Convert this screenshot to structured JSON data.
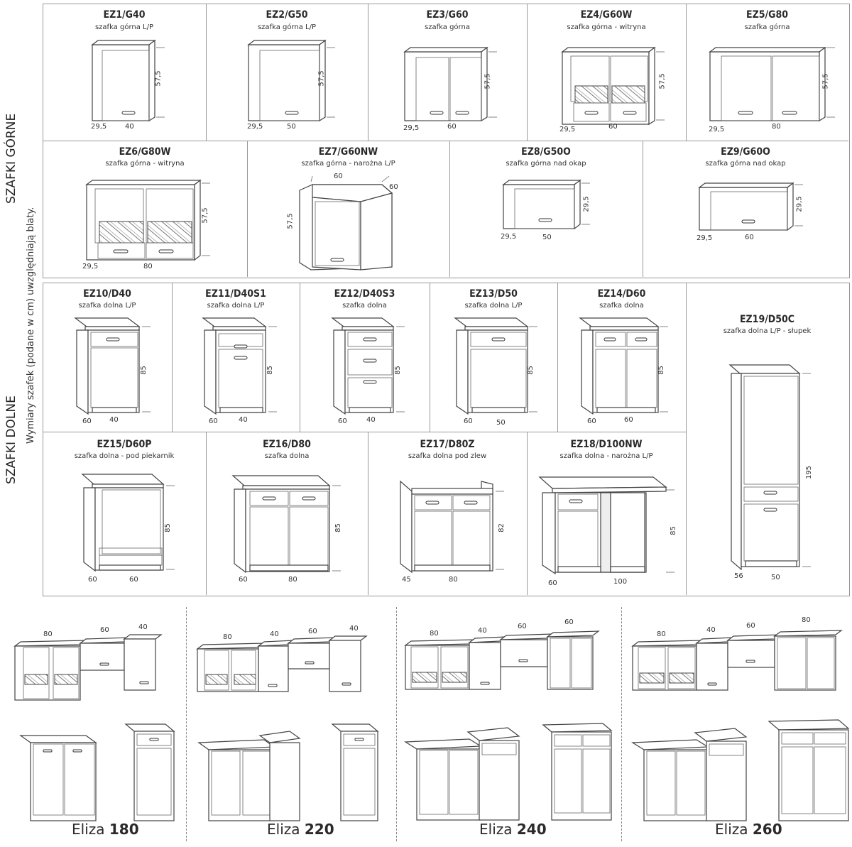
{
  "side_labels": {
    "upper": "SZAFKI GÓRNE",
    "lower": "SZAFKI DOLNE",
    "note": "Wymiary szafek (podane w cm) uwzględniają blaty."
  },
  "upper_cabinets": [
    {
      "code": "EZ1/G40",
      "desc": "szafka górna L/P",
      "depth": "29,5",
      "width": "40",
      "height": "57,5"
    },
    {
      "code": "EZ2/G50",
      "desc": "szafka górna L/P",
      "depth": "29,5",
      "width": "50",
      "height": "57,5"
    },
    {
      "code": "EZ3/G60",
      "desc": "szafka górna",
      "depth": "29,5",
      "width": "60",
      "height": "57,5"
    },
    {
      "code": "EZ4/G60W",
      "desc": "szafka górna - witryna",
      "depth": "29,5",
      "width": "60",
      "height": "57,5"
    },
    {
      "code": "EZ5/G80",
      "desc": "szafka górna",
      "depth": "29,5",
      "width": "80",
      "height": "57,5"
    },
    {
      "code": "EZ6/G80W",
      "desc": "szafka górna - witryna",
      "depth": "29,5",
      "width": "80",
      "height": "57,5"
    },
    {
      "code": "EZ7/G60NW",
      "desc": "szafka górna - narożna L/P",
      "depth": "60",
      "width": "60",
      "height": "57,5"
    },
    {
      "code": "EZ8/G50O",
      "desc": "szafka górna nad okap",
      "depth": "29,5",
      "width": "50",
      "height": "29,5"
    },
    {
      "code": "EZ9/G60O",
      "desc": "szafka górna nad okap",
      "depth": "29,5",
      "width": "60",
      "height": "29,5"
    }
  ],
  "lower_cabinets": [
    {
      "code": "EZ10/D40",
      "desc": "szafka dolna L/P",
      "depth": "60",
      "width": "40",
      "height": "85"
    },
    {
      "code": "EZ11/D40S1",
      "desc": "szafka dolna L/P",
      "depth": "60",
      "width": "40",
      "height": "85"
    },
    {
      "code": "EZ12/D40S3",
      "desc": "szafka dolna",
      "depth": "60",
      "width": "40",
      "height": "85"
    },
    {
      "code": "EZ13/D50",
      "desc": "szafka dolna L/P",
      "depth": "60",
      "width": "50",
      "height": "85"
    },
    {
      "code": "EZ14/D60",
      "desc": "szafka dolna",
      "depth": "60",
      "width": "60",
      "height": "85"
    },
    {
      "code": "EZ15/D60P",
      "desc": "szafka dolna - pod piekarnik",
      "depth": "60",
      "width": "60",
      "height": "85"
    },
    {
      "code": "EZ16/D80",
      "desc": "szafka dolna",
      "depth": "60",
      "width": "80",
      "height": "85"
    },
    {
      "code": "EZ17/D80Z",
      "desc": "szafka dolna pod zlew",
      "depth": "45",
      "width": "80",
      "height": "82"
    },
    {
      "code": "EZ18/D100NW",
      "desc": "szafka dolna - narożna L/P",
      "depth": "60",
      "width": "100",
      "height": "85"
    },
    {
      "code": "EZ19/D50C",
      "desc": "szafka dolna L/P - słupek",
      "depth": "56",
      "width": "50",
      "height": "195"
    }
  ],
  "sets": [
    {
      "name": "Eliza",
      "size": "180",
      "widths": [
        "80",
        "60",
        "40"
      ]
    },
    {
      "name": "Eliza",
      "size": "220",
      "widths": [
        "80",
        "40",
        "60",
        "40"
      ]
    },
    {
      "name": "Eliza",
      "size": "240",
      "widths": [
        "80",
        "40",
        "60",
        "60"
      ]
    },
    {
      "name": "Eliza",
      "size": "260",
      "widths": [
        "80",
        "40",
        "60",
        "80"
      ]
    }
  ]
}
